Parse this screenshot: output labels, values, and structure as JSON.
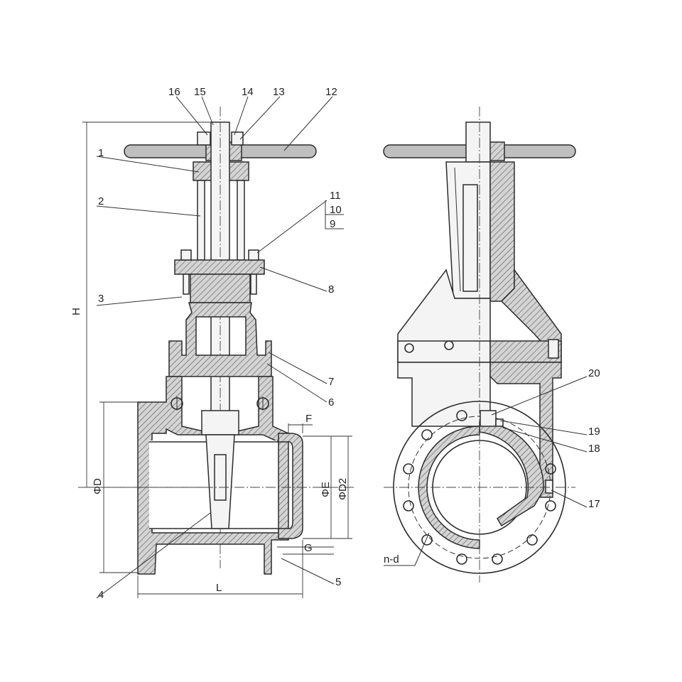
{
  "part_numbers": {
    "p1": "1",
    "p2": "2",
    "p3": "3",
    "p4": "4",
    "p5": "5",
    "p6": "6",
    "p7": "7",
    "p8": "8",
    "p9": "9",
    "p10": "10",
    "p11": "11",
    "p12": "12",
    "p13": "13",
    "p14": "14",
    "p15": "15",
    "p16": "16",
    "p17": "17",
    "p18": "18",
    "p19": "19",
    "p20": "20"
  },
  "dimensions": {
    "H": "H",
    "L": "L",
    "F": "F",
    "G": "G",
    "D": "ΦD",
    "E": "ΦE",
    "D2": "ΦD2",
    "nd": "n-d"
  }
}
